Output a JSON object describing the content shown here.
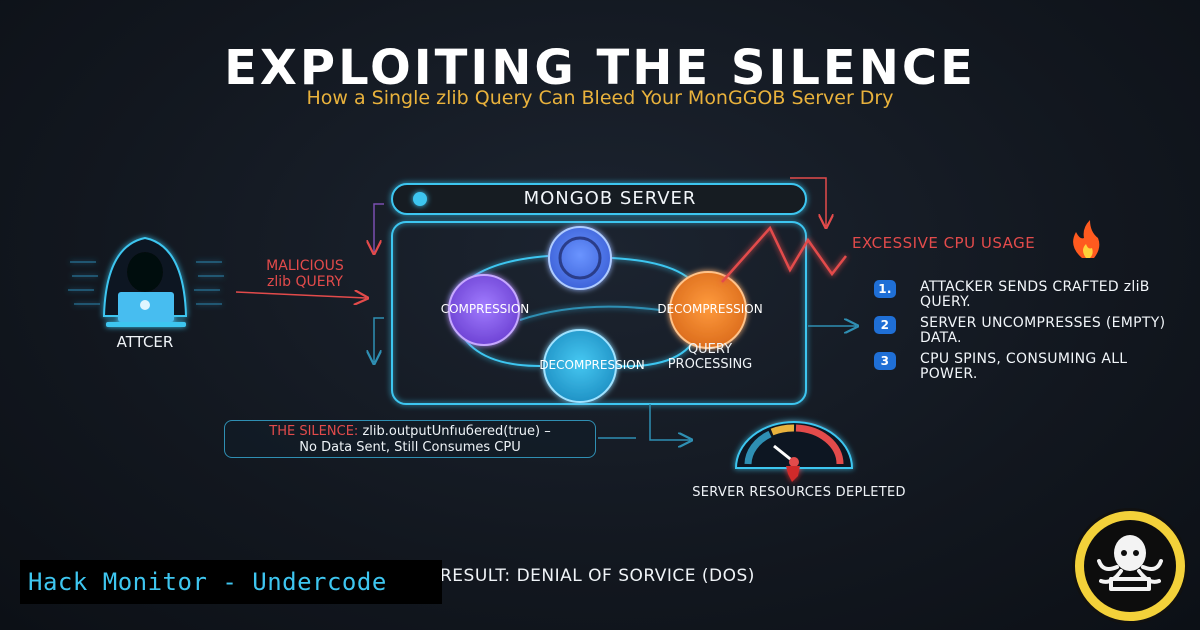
{
  "header": {
    "title": "EXPLOITING THE SILENCE",
    "subtitle": "How a Single zlib Query Can Bleed Your MonGGOB Server Dry"
  },
  "diagram": {
    "server_title": "MONGOB SERVER",
    "attacker_label": "ATTCER",
    "malicious_query": [
      "MALICIOUS",
      "zlib QUERY"
    ],
    "nodes": {
      "compression": "COMPRESSION",
      "decompression_right": "DECOMPRESSION",
      "decompression_bottom": "DECOMPRESSION"
    },
    "query_processing": [
      "QUERY",
      "PROCESSING"
    ],
    "cpu_usage": "EXCESSIVE CPU USAGE",
    "steps": [
      {
        "num": "1.",
        "text": "ATTACKER SENDS CRAFTED zliB QUERY."
      },
      {
        "num": "2",
        "text": "SERVER UNCOMPRESSES (EMPTY) DATA."
      },
      {
        "num": "3",
        "text": "CPU SPINS, CONSUMING ALL POWER."
      }
    ],
    "silence": {
      "label": "THE SILENCE:",
      "code": "zlib.outputUnfıuбered(true) –",
      "detail": "No Data Sent, Still Consumes CPU"
    },
    "depleted": "SERVER RESOURCES DEPLETED",
    "result": "RESULT: DENIAL OF SORVICE (DOS)"
  },
  "watermark": "Hack Monitor - Undercode",
  "colors": {
    "accent_blue": "#3ec6f0",
    "alert_red": "#e34b4b",
    "subtitle_gold": "#e9b23c",
    "node_purple": "#8b5cf6",
    "node_orange": "#f08a2c",
    "node_blue": "#4f7cf0",
    "node_cyan": "#2fb6e6"
  },
  "icons": {
    "attacker": "hooded-hacker-icon",
    "cpu": "fire-icon",
    "gauge": "speedometer-gauge-icon",
    "logo": "octopus-logo-icon"
  }
}
